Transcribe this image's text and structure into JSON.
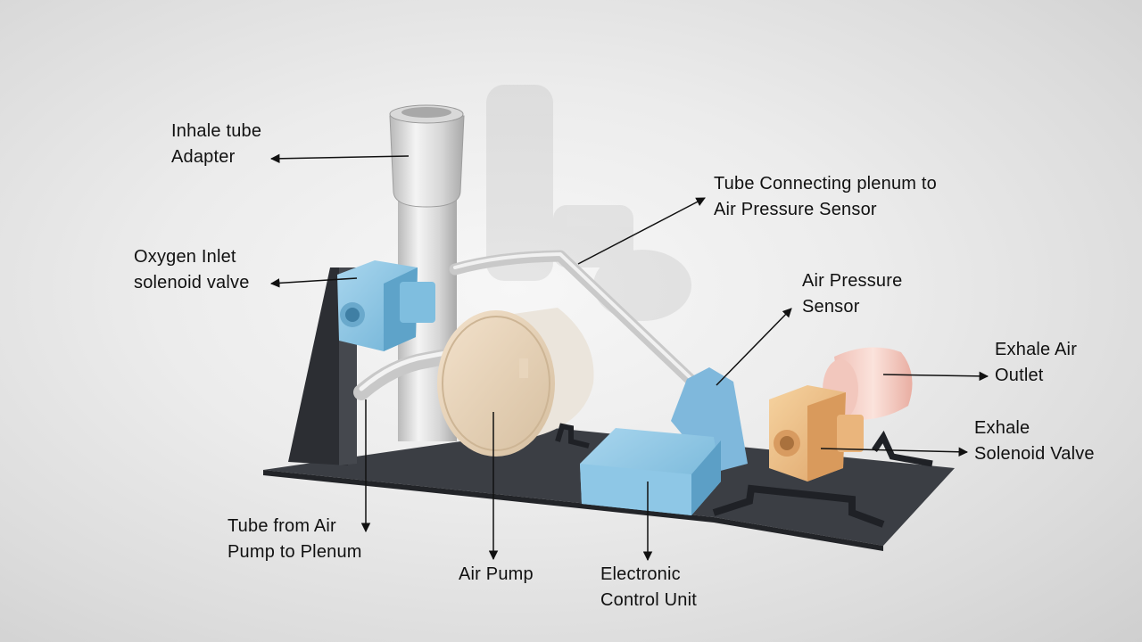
{
  "labels": {
    "inhale_adapter": [
      "Inhale tube",
      "Adapter"
    ],
    "oxygen_valve": [
      "Oxygen Inlet",
      "solenoid valve"
    ],
    "tube_pump_plenum": [
      "Tube from Air",
      "Pump to Plenum"
    ],
    "air_pump": [
      "Air Pump"
    ],
    "ecu": [
      "Electronic",
      "Control Unit"
    ],
    "tube_plenum_sensor": [
      "Tube Connecting plenum to",
      "Air Pressure Sensor"
    ],
    "pressure_sensor": [
      "Air Pressure",
      "Sensor"
    ],
    "exhale_outlet": [
      "Exhale Air",
      "Outlet"
    ],
    "exhale_valve": [
      "Exhale",
      "Solenoid Valve"
    ]
  }
}
